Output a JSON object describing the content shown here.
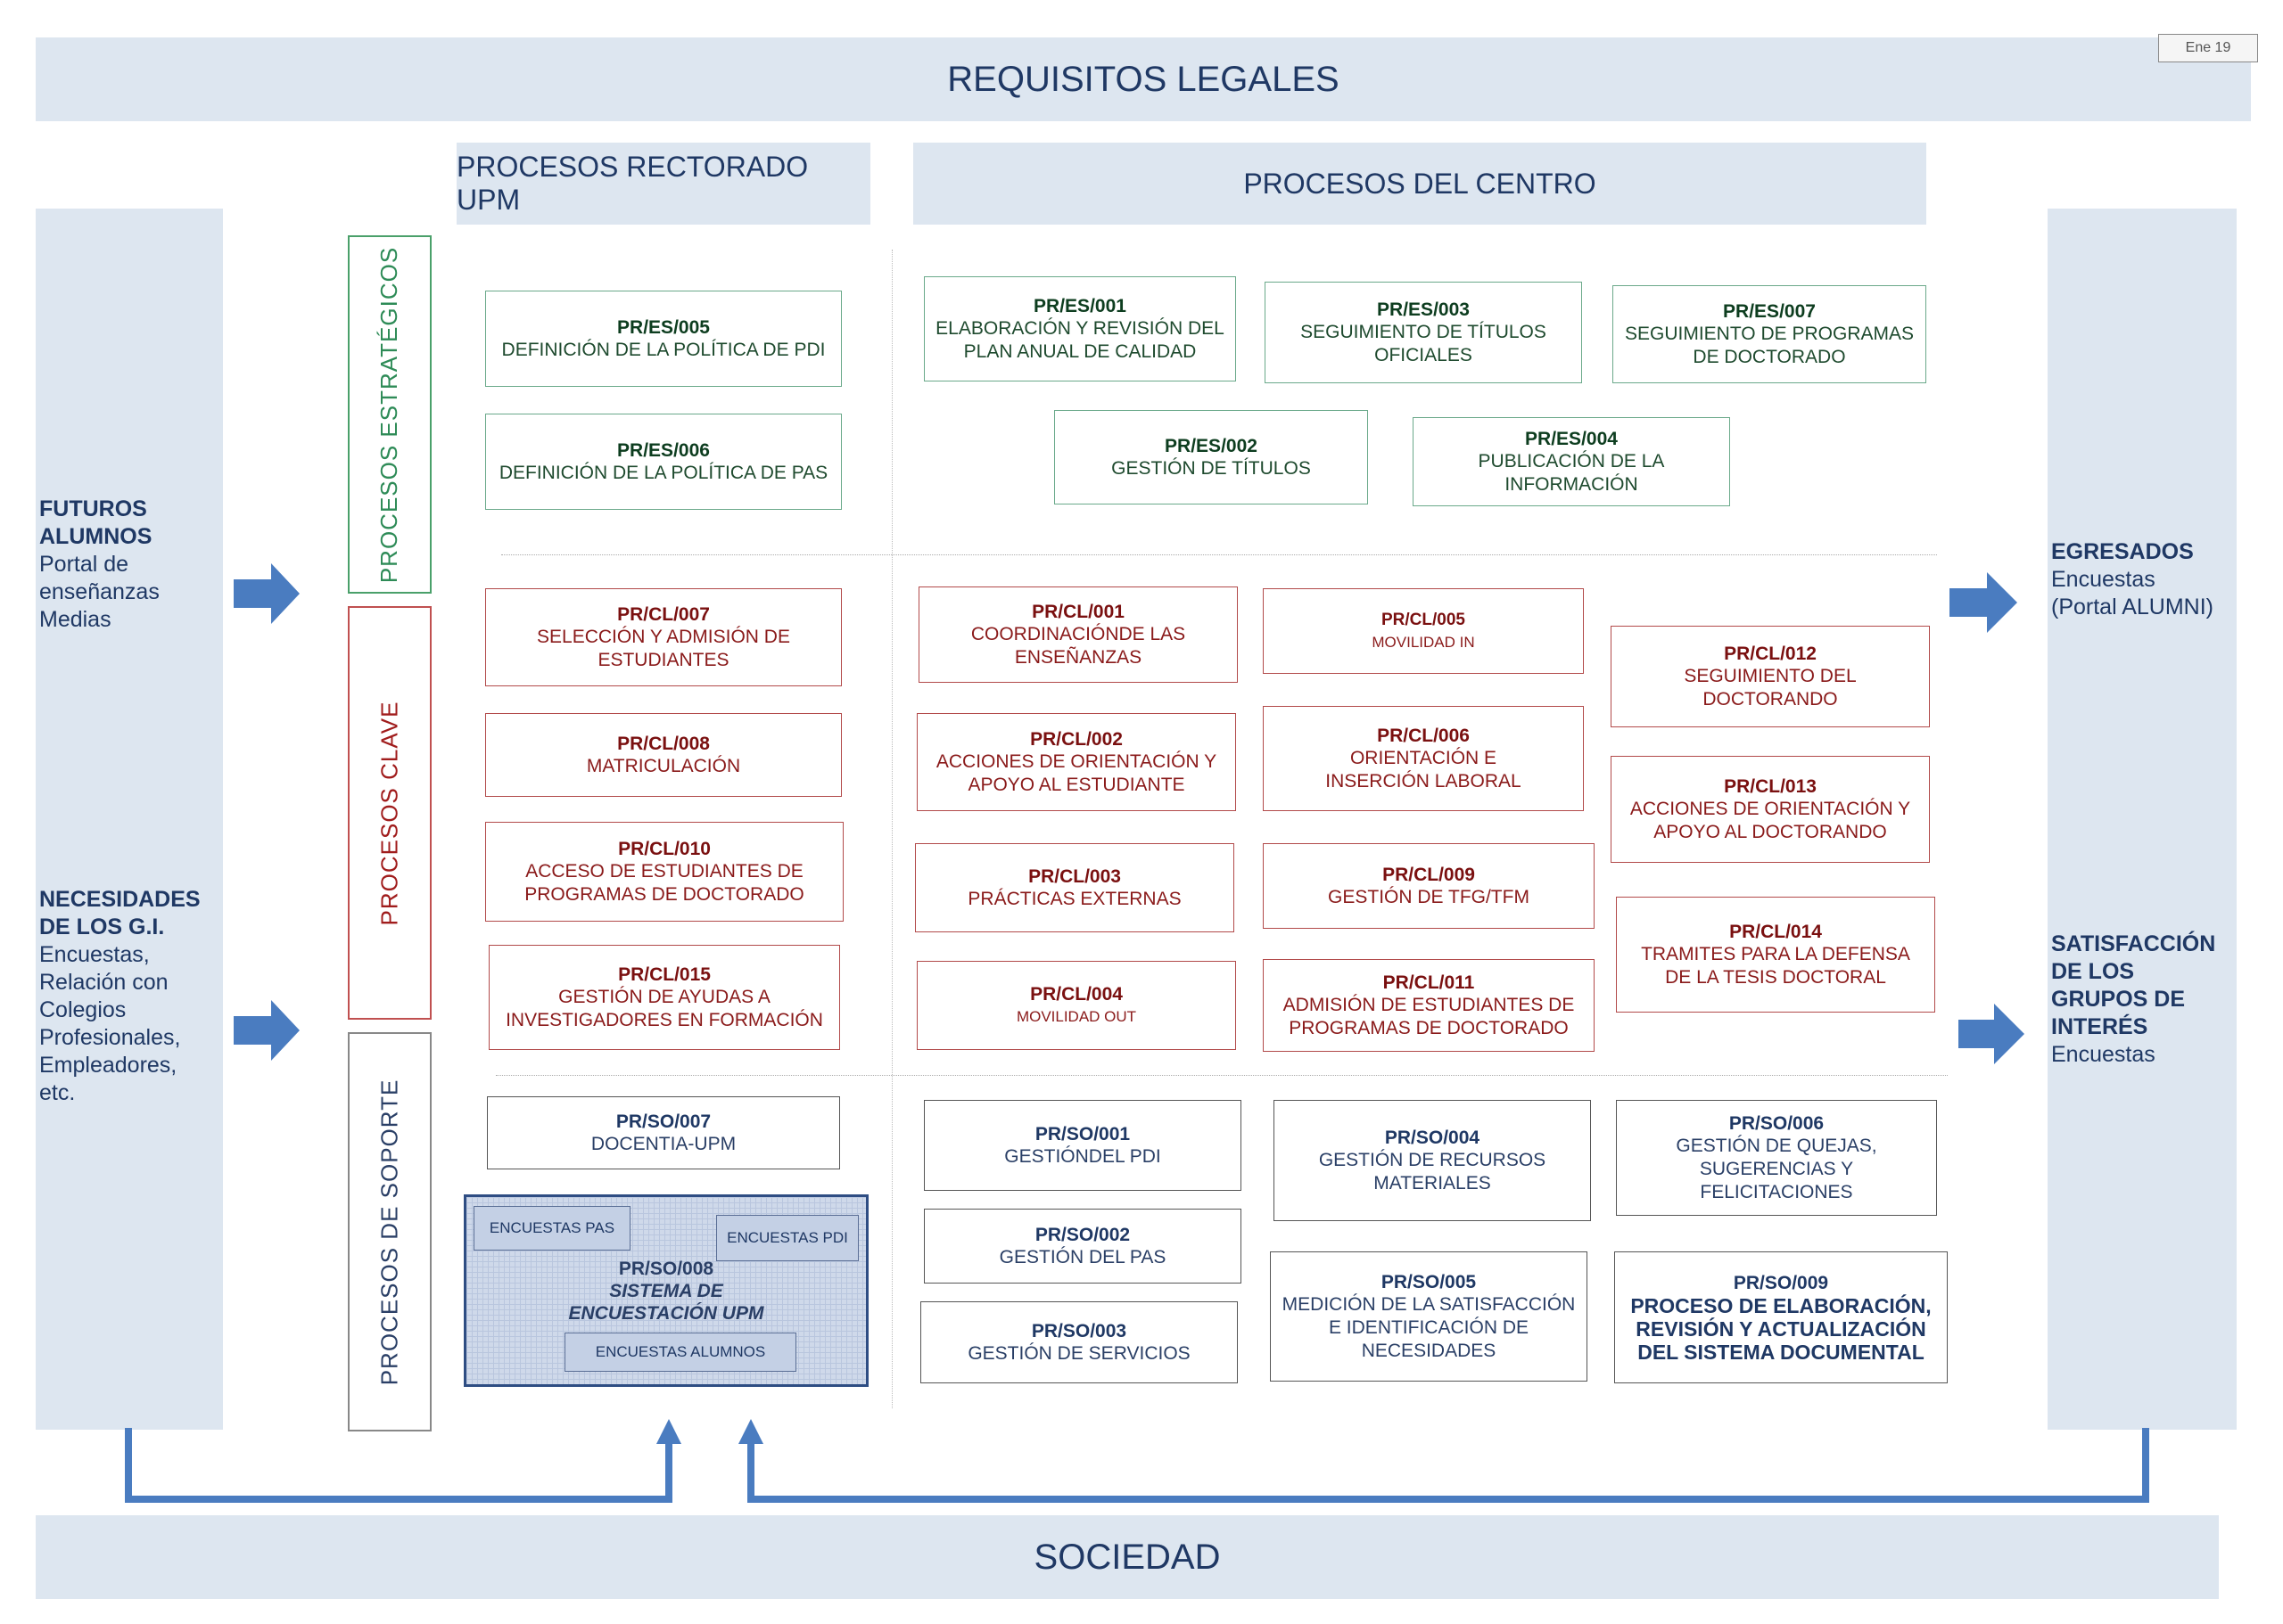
{
  "tag": "Ene 19",
  "header": "REQUISITOS LEGALES",
  "footer": "SOCIEDAD",
  "col_rectorado": "PROCESOS RECTORADO UPM",
  "col_centro": "PROCESOS DEL CENTRO",
  "left": {
    "group1": {
      "title1": "FUTUROS",
      "title2": "ALUMNOS",
      "l1": "Portal de",
      "l2": "enseñanzas",
      "l3": "Medias"
    },
    "group2": {
      "title1": "NECESIDADES",
      "title2": "DE LOS G.I.",
      "l1": "Encuestas,",
      "l2": "Relación con",
      "l3": "Colegios",
      "l4": "Profesionales,",
      "l5": "Empleadores,",
      "l6": "etc."
    }
  },
  "right": {
    "group1": {
      "title1": "EGRESADOS",
      "l1": "Encuestas",
      "l2": "(Portal ALUMNI)"
    },
    "group2": {
      "title1": "SATISFACCIÓN",
      "title2": "DE LOS",
      "title3": "GRUPOS DE",
      "title4": "INTERÉS",
      "l1": "Encuestas"
    }
  },
  "labels": {
    "estrategicos": "PROCESOS ESTRATÉGICOS",
    "clave": "PROCESOS CLAVE",
    "soporte": "PROCESOS DE SOPORTE"
  },
  "es": {
    "es005": {
      "code": "PR/ES/005",
      "name": "DEFINICIÓN DE LA POLÍTICA DE PDI"
    },
    "es006": {
      "code": "PR/ES/006",
      "name": "DEFINICIÓN DE LA POLÍTICA DE PAS"
    },
    "es001": {
      "code": "PR/ES/001",
      "name": "ELABORACIÓN Y REVISIÓN DEL\nPLAN ANUAL DE CALIDAD"
    },
    "es003": {
      "code": "PR/ES/003",
      "name": "SEGUIMIENTO DE TÍTULOS\nOFICIALES"
    },
    "es007": {
      "code": "PR/ES/007",
      "name": "SEGUIMIENTO DE PROGRAMAS\nDE DOCTORADO"
    },
    "es002": {
      "code": "PR/ES/002",
      "name": "GESTIÓN DE TÍTULOS"
    },
    "es004": {
      "code": "PR/ES/004",
      "name": "PUBLICACIÓN DE LA\nINFORMACIÓN"
    }
  },
  "cl": {
    "cl007": {
      "code": "PR/CL/007",
      "name": "SELECCIÓN Y ADMISIÓN DE\nESTUDIANTES"
    },
    "cl008": {
      "code": "PR/CL/008",
      "name": "MATRICULACIÓN"
    },
    "cl010": {
      "code": "PR/CL/010",
      "name": "ACCESO DE ESTUDIANTES DE\nPROGRAMAS DE DOCTORADO"
    },
    "cl015": {
      "code": "PR/CL/015",
      "name": "GESTIÓN DE AYUDAS A\nINVESTIGADORES EN FORMACIÓN"
    },
    "cl001": {
      "code": "PR/CL/001",
      "name": "COORDINACIÓNDE LAS\nENSEÑANZAS"
    },
    "cl002": {
      "code": "PR/CL/002",
      "name": "ACCIONES DE ORIENTACIÓN Y\nAPOYO AL ESTUDIANTE"
    },
    "cl003": {
      "code": "PR/CL/003",
      "name": "PRÁCTICAS EXTERNAS"
    },
    "cl004": {
      "code": "PR/CL/004",
      "name": "MOVILIDAD OUT"
    },
    "cl005": {
      "code": "PR/CL/005",
      "name": "MOVILIDAD IN"
    },
    "cl006": {
      "code": "PR/CL/006",
      "name": "ORIENTACIÓN E\nINSERCIÓN LABORAL"
    },
    "cl009": {
      "code": "PR/CL/009",
      "name": "GESTIÓN DE TFG/TFM"
    },
    "cl011": {
      "code": "PR/CL/011",
      "name": "ADMISIÓN DE ESTUDIANTES DE\nPROGRAMAS DE DOCTORADO"
    },
    "cl012": {
      "code": "PR/CL/012",
      "name": "SEGUIMIENTO DEL\nDOCTORANDO"
    },
    "cl013": {
      "code": "PR/CL/013",
      "name": "ACCIONES DE ORIENTACIÓN Y\nAPOYO AL DOCTORANDO"
    },
    "cl014": {
      "code": "PR/CL/014",
      "name": "TRAMITES PARA LA DEFENSA\nDE LA TESIS DOCTORAL"
    }
  },
  "so": {
    "so007": {
      "code": "PR/SO/007",
      "name": "DOCENTIA-UPM"
    },
    "so001": {
      "code": "PR/SO/001",
      "name": "GESTIÓNDEL PDI"
    },
    "so002": {
      "code": "PR/SO/002",
      "name": "GESTIÓN DEL PAS"
    },
    "so003": {
      "code": "PR/SO/003",
      "name": "GESTIÓN DE SERVICIOS"
    },
    "so004": {
      "code": "PR/SO/004",
      "name": "GESTIÓN DE RECURSOS\nMATERIALES"
    },
    "so005": {
      "code": "PR/SO/005",
      "name": "MEDICIÓN DE LA SATISFACCIÓN\nE IDENTIFICACIÓN DE\nNECESIDADES"
    },
    "so006": {
      "code": "PR/SO/006",
      "name": "GESTIÓN DE QUEJAS,\nSUGERENCIAS Y\nFELICITACIONES"
    },
    "so009": {
      "code": "PR/SO/009",
      "name": "PROCESO DE ELABORACIÓN,\nREVISIÓN Y ACTUALIZACIÓN\nDEL SISTEMA DOCUMENTAL"
    }
  },
  "encuestas": {
    "pas": "ENCUESTAS  PAS",
    "pdi": "ENCUESTAS PDI",
    "alumnos": "ENCUESTAS ALUMNOS",
    "code": "PR/SO/008",
    "name1": "SISTEMA DE",
    "name2": "ENCUESTACIÓN UPM"
  },
  "colors": {
    "band": "#dde6f0",
    "navy": "#1f3864",
    "arrow": "#4a7cc0",
    "estrategicos": "#2e8b57",
    "clave": "#a01c1c",
    "soporte": "#555555"
  }
}
